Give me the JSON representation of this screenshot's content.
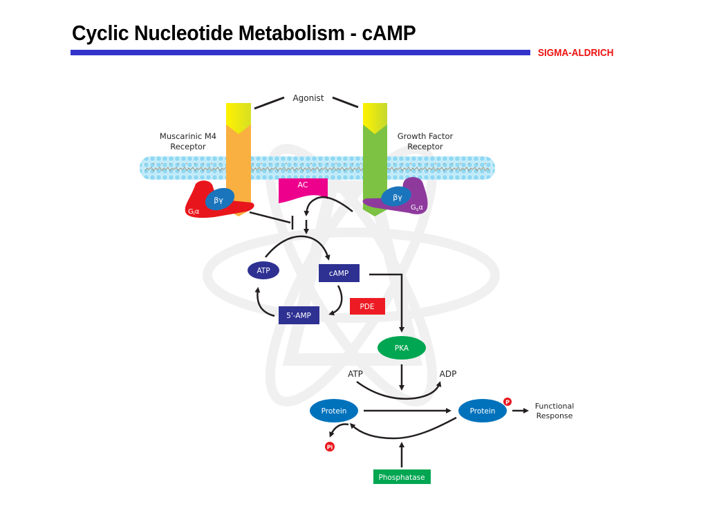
{
  "header": {
    "title": "Cyclic Nucleotide Metabolism - cAMP",
    "brand": "SIGMA-ALDRICH"
  },
  "colors": {
    "title_bar": "#3333cc",
    "brand": "#ee1111",
    "muscarinic_receptor": "#f9b040",
    "growth_factor_receptor": "#7dc242",
    "receptor_tip": "#ffe800",
    "gi_alpha": "#e8161c",
    "gs_alpha": "#8e3a9d",
    "beta_gamma": "#1b75bc",
    "adenylyl_cyclase": "#ec008c",
    "nucleotide_boxes": "#2e3192",
    "pde": "#ed1c24",
    "pka": "#00a651",
    "protein": "#0072bc",
    "phosphatase": "#00a651",
    "membrane": "#aee4f7"
  },
  "diagram": {
    "agonist": "Agonist",
    "muscarinic_label_line1": "Muscarinic M4",
    "muscarinic_label_line2": "Receptor",
    "growth_label_line1": "Growth Factor",
    "growth_label_line2": "Receptor",
    "gi_alpha": "Gᵢα",
    "gi_alpha_main": "G",
    "gi_alpha_sub": "i",
    "gi_alpha_suffix": "α",
    "gs_alpha_main": "G",
    "gs_alpha_sub": "s",
    "gs_alpha_suffix": "α",
    "beta_gamma": "βγ",
    "ac": "AC",
    "atp_cycle": "ATP",
    "camp": "cAMP",
    "pde": "PDE",
    "amp5": "5'-AMP",
    "pka": "PKA",
    "atp": "ATP",
    "adp": "ADP",
    "protein": "Protein",
    "protein_p": "Protein",
    "phospho_badge": "P",
    "functional_line1": "Functional",
    "functional_line2": "Response",
    "pi": "Pi",
    "phosphatase": "Phosphatase"
  }
}
